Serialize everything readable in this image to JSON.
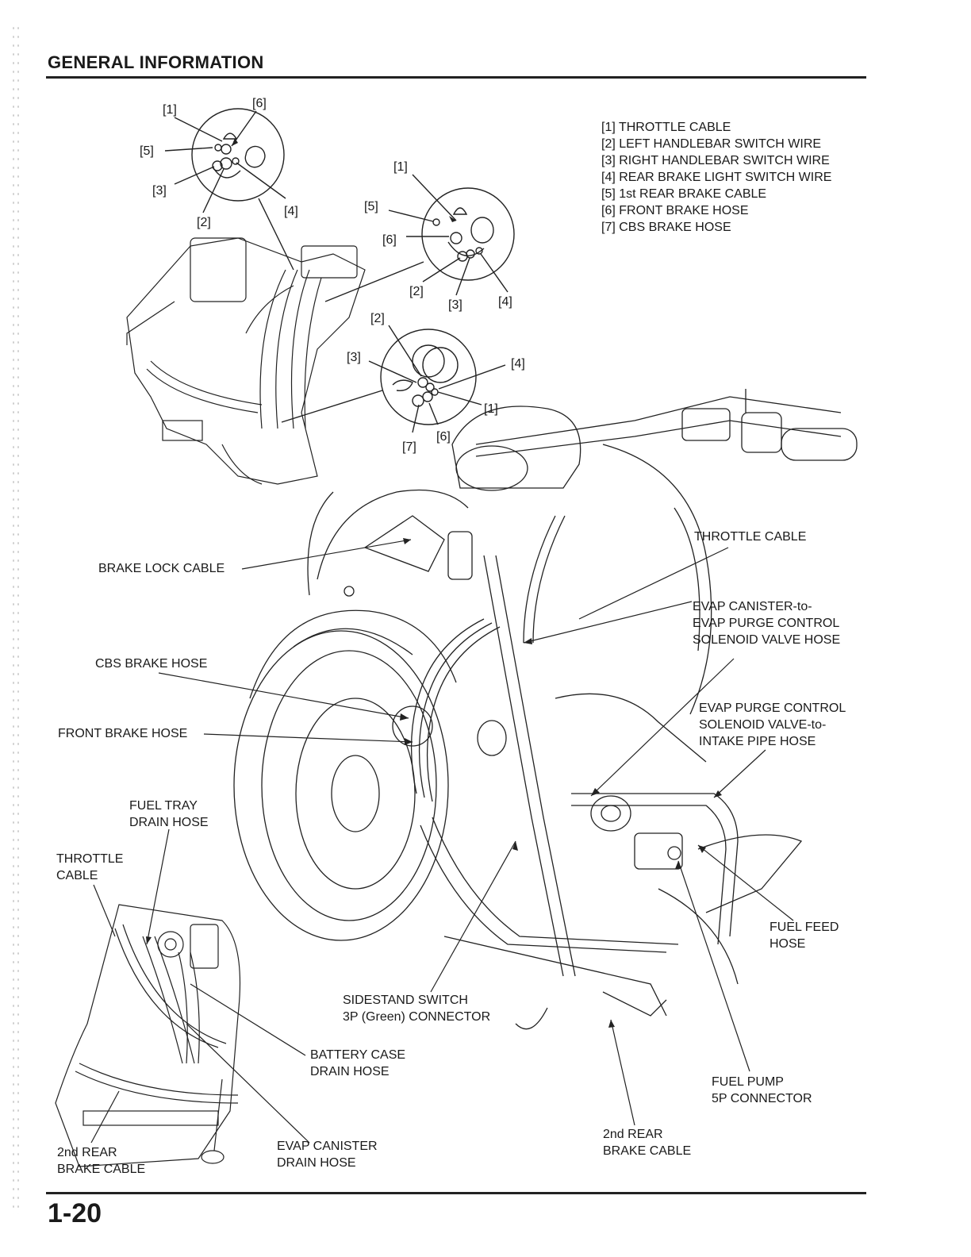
{
  "header": {
    "title": "GENERAL INFORMATION"
  },
  "page_number": "1-20",
  "legend": [
    "[1] THROTTLE CABLE",
    "[2] LEFT HANDLEBAR SWITCH WIRE",
    "[3] RIGHT HANDLEBAR SWITCH WIRE",
    "[4] REAR BRAKE LIGHT SWITCH WIRE",
    "[5] 1st REAR BRAKE CABLE",
    "[6] FRONT BRAKE HOSE",
    "[7] CBS BRAKE HOSE"
  ],
  "callouts": {
    "c1": "[1]",
    "c2": "[2]",
    "c3": "[3]",
    "c4": "[4]",
    "c5": "[5]",
    "c6": "[6]",
    "c7": "[7]"
  },
  "labels": {
    "brake_lock_cable": "BRAKE LOCK CABLE",
    "throttle_cable_right": "THROTTLE CABLE",
    "evap_canister_line1": "EVAP CANISTER-to-",
    "evap_canister_line2": "EVAP PURGE CONTROL",
    "evap_canister_line3": "SOLENOID VALVE HOSE",
    "cbs_brake_hose": "CBS BRAKE HOSE",
    "front_brake_hose": "FRONT BRAKE HOSE",
    "evap_purge_line1": "EVAP PURGE CONTROL",
    "evap_purge_line2": "SOLENOID VALVE-to-",
    "evap_purge_line3": "INTAKE PIPE HOSE",
    "fuel_tray_line1": "FUEL TRAY",
    "fuel_tray_line2": "DRAIN HOSE",
    "throttle_cable_left_line1": "THROTTLE",
    "throttle_cable_left_line2": "CABLE",
    "fuel_feed_line1": "FUEL FEED",
    "fuel_feed_line2": "HOSE",
    "sidestand_line1": "SIDESTAND SWITCH",
    "sidestand_line2": "3P (Green) CONNECTOR",
    "battery_case_line1": "BATTERY CASE",
    "battery_case_line2": "DRAIN HOSE",
    "fuel_pump_line1": "FUEL PUMP",
    "fuel_pump_line2": "5P CONNECTOR",
    "second_rear_right_line1": "2nd REAR",
    "second_rear_right_line2": "BRAKE CABLE",
    "evap_drain_line1": "EVAP CANISTER",
    "evap_drain_line2": "DRAIN HOSE",
    "second_rear_left_line1": "2nd REAR",
    "second_rear_left_line2": "BRAKE CABLE"
  }
}
